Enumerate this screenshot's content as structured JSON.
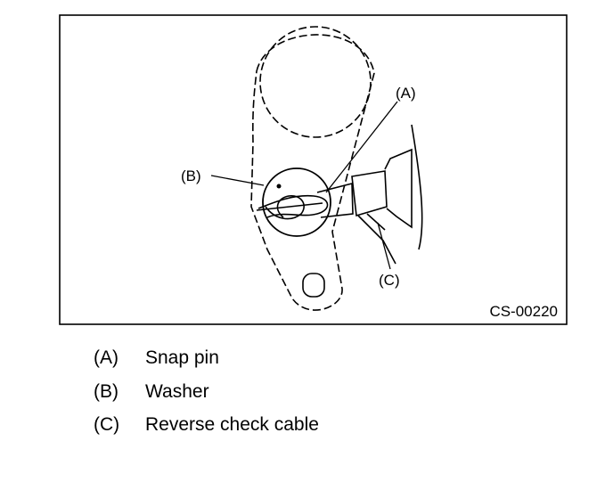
{
  "figure": {
    "code": "CS-00220",
    "callouts": [
      {
        "key": "A",
        "label": "(A)"
      },
      {
        "key": "B",
        "label": "(B)"
      },
      {
        "key": "C",
        "label": "(C)"
      }
    ]
  },
  "legend": [
    {
      "key": "(A)",
      "text": "Snap pin"
    },
    {
      "key": "(B)",
      "text": "Washer"
    },
    {
      "key": "(C)",
      "text": "Reverse check cable"
    }
  ]
}
